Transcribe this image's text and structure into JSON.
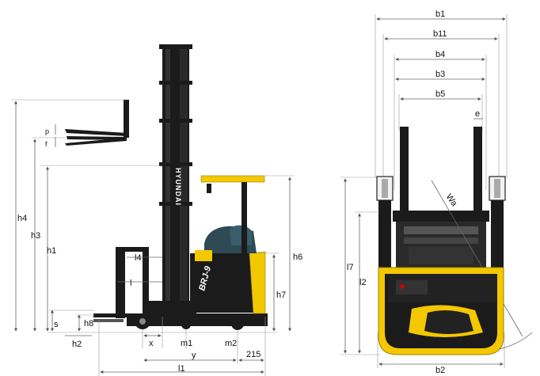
{
  "side_view": {
    "brand": "HYUNDAI",
    "model": "BRJ-9",
    "labels": {
      "h4": "h4",
      "h3": "h3",
      "h1": "h1",
      "h6": "h6",
      "h7": "h7",
      "h8": "h8",
      "h2": "h2",
      "s": "s",
      "p": "p",
      "f": "f",
      "l4": "l4",
      "l": "l",
      "x": "x",
      "m1": "m1",
      "m2": "m2",
      "y": "y",
      "l1": "l1",
      "d215": "215"
    }
  },
  "top_view": {
    "labels": {
      "b1": "b1",
      "b11": "b11",
      "b4": "b4",
      "b3": "b3",
      "b5": "b5",
      "e": "e",
      "wa": "Wa",
      "l7": "l7",
      "l2": "l2",
      "b2": "b2"
    }
  },
  "colors": {
    "accent_yellow": "#f3c800",
    "body_black": "#1b1b1b",
    "seat_teal": "#2d4a55",
    "dimension_line": "#666666"
  }
}
